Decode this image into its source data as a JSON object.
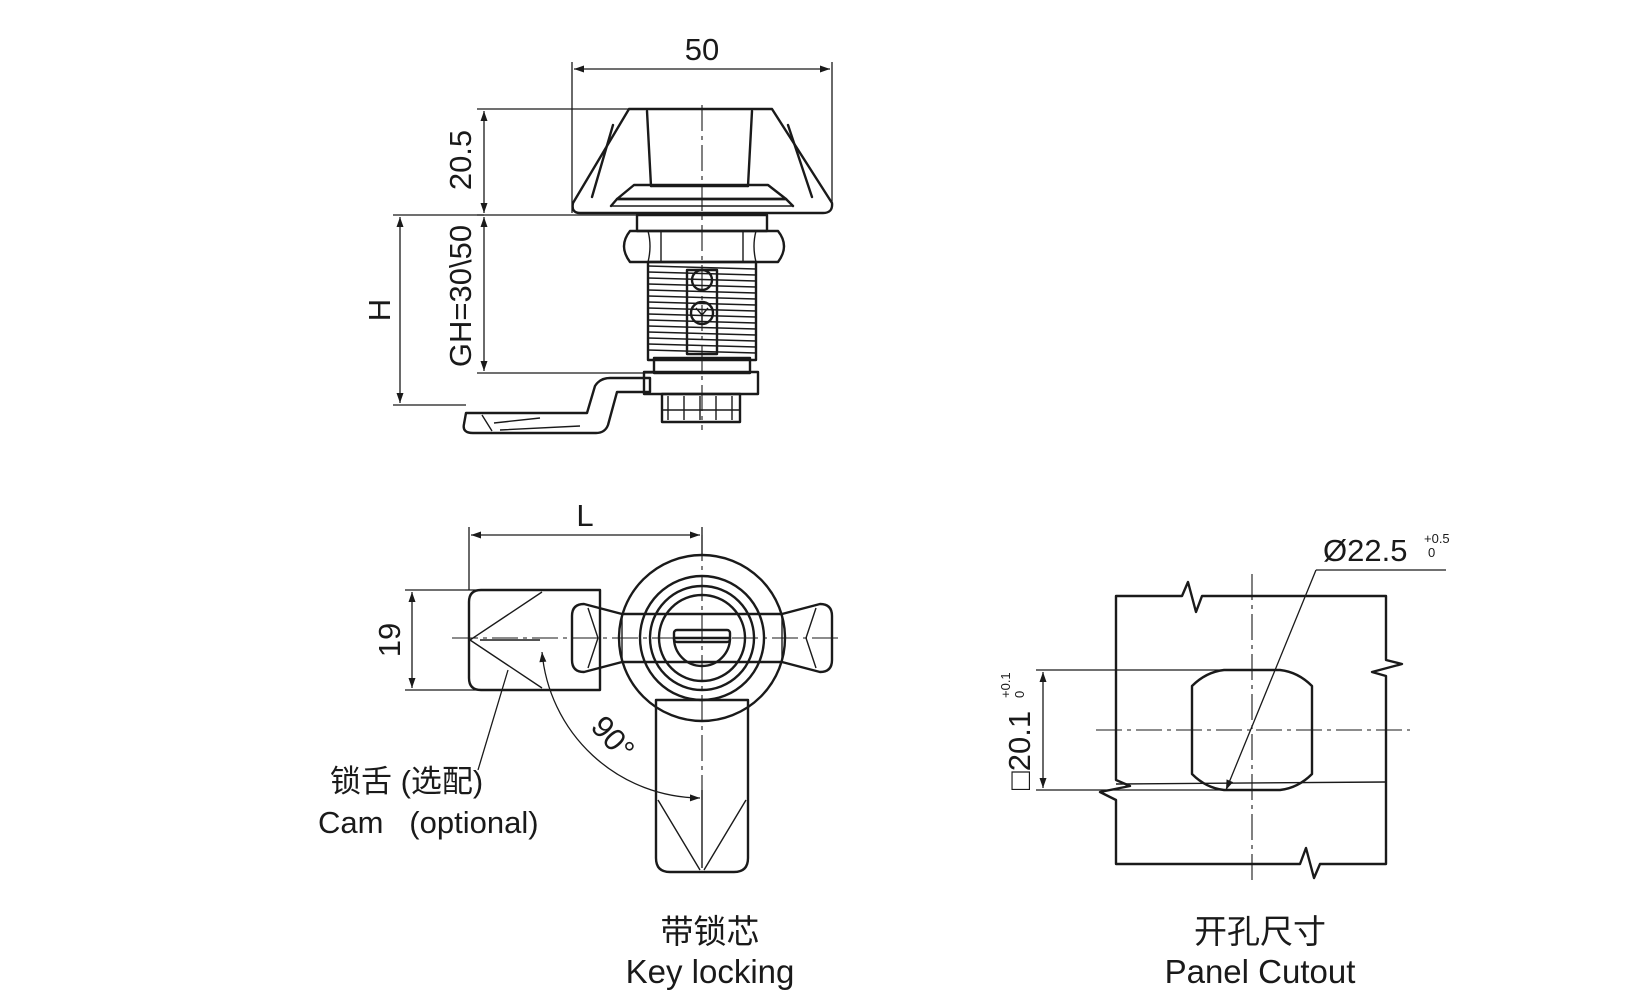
{
  "dimensions": {
    "width_top": "50",
    "knob_height": "20.5",
    "grip_range": "GH=30\\50",
    "overall_height": "H",
    "cam_length": "L",
    "cam_width": "19",
    "rotation_angle": "90°",
    "hole_diameter": "Ø22.5",
    "hole_diameter_tol_upper": "+0.5",
    "hole_diameter_tol_lower": "0",
    "square_flat": "□20.1",
    "square_flat_tol_upper": "+0.1",
    "square_flat_tol_lower": "0"
  },
  "labels": {
    "cam_cn": "锁舌 (选配)",
    "cam_en": "Cam   (optional)",
    "key_locking_cn": "带锁芯",
    "key_locking_en": "Key locking",
    "panel_cutout_cn": "开孔尺寸",
    "panel_cutout_en": "Panel Cutout"
  },
  "colors": {
    "line": "#1a1a1a",
    "background": "#ffffff"
  }
}
